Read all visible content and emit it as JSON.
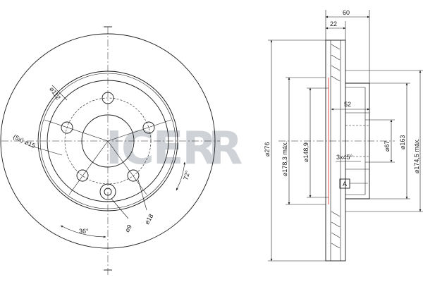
{
  "watermark": "ICER",
  "front_view": {
    "pcd": "⌀112",
    "bolt_holes": "(5x) ⌀15",
    "pin_hole": "⌀9",
    "angle_72": "72°",
    "angle_36": "36°",
    "dim_18": "⌀18"
  },
  "side_view": {
    "overall_width": "60",
    "top_22": "22",
    "hat_52": "52",
    "chamfer": "3x45°",
    "datum": "A",
    "outer_dia": "⌀276",
    "friction_dia": "⌀178,3 máx.",
    "inner_148": "⌀148,9",
    "center_67": "⌀67",
    "hat_163": "⌀163",
    "max_174": "⌀174,5 máx."
  }
}
